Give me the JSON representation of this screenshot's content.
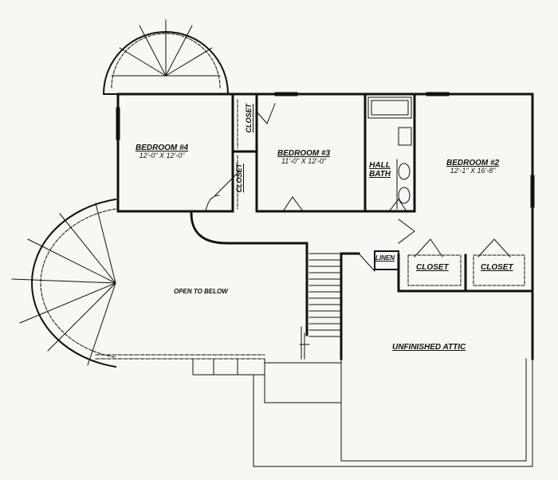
{
  "rooms": {
    "bedroom4": {
      "name": "BEDROOM #4",
      "size": "12'-0\" X 12'-0\""
    },
    "bedroom3": {
      "name": "BEDROOM #3",
      "size": "11'-0\" X 12'-0\""
    },
    "bedroom2": {
      "name": "BEDROOM #2",
      "size": "12'-1\" X 16'-8\""
    },
    "hall_bath": {
      "line1": "HALL",
      "line2": "BATH"
    },
    "closet_upper": "CLOSET",
    "closet_lower": "CLOSET",
    "closet_right1": "CLOSET",
    "closet_right2": "CLOSET",
    "linen": "LINEN",
    "open_to_below": "OPEN TO BELOW",
    "attic": "UNFINISHED ATTIC"
  },
  "colors": {
    "ink": "#111111",
    "paper": "#f7f7f5"
  }
}
